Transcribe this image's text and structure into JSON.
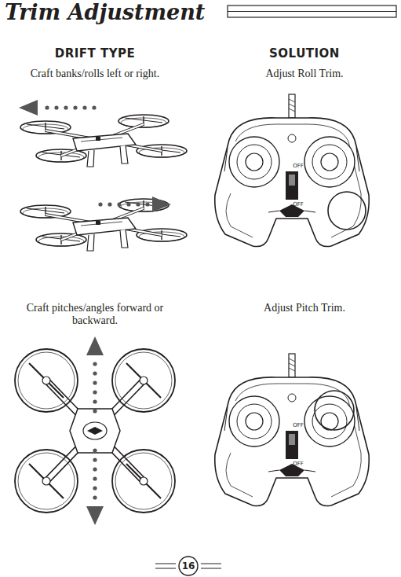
{
  "diagram": {
    "title": "Trim Adjustment",
    "labels": [
      "DRIFT TYPE",
      "SOLUTION",
      "Craft banks/rolls left or right.",
      "Adjust Roll Trim.",
      "OFF",
      "OFF",
      "Craft pitches/angles forward or backward.",
      "Adjust Pitch Trim.",
      "OFF",
      "OFF",
      "16"
    ]
  }
}
